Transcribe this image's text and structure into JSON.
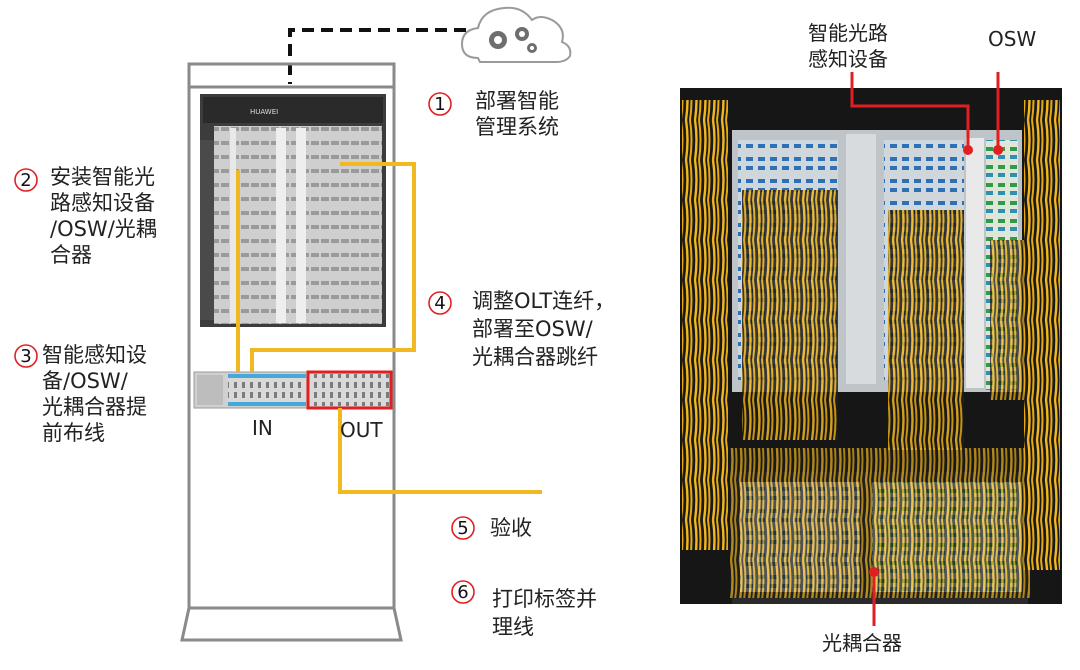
{
  "steps": [
    {
      "num": "1",
      "lines": [
        "部署智能",
        "管理系统"
      ]
    },
    {
      "num": "2",
      "lines": [
        "安装智能光",
        "路感知设备",
        "/OSW/光耦",
        "合器"
      ]
    },
    {
      "num": "3",
      "lines": [
        "智能感知设",
        "备/OSW/",
        "光耦合器提",
        "前布线"
      ]
    },
    {
      "num": "4",
      "lines": [
        "调整OLT连纤，",
        "部署至OSW/",
        "光耦合器跳纤"
      ]
    },
    {
      "num": "5",
      "lines": [
        "验收"
      ]
    },
    {
      "num": "6",
      "lines": [
        "打印标签并",
        "理线"
      ]
    }
  ],
  "ports": {
    "in": "IN",
    "out": "OUT"
  },
  "photo_labels": {
    "sensing_device": [
      "智能光路",
      "感知设备"
    ],
    "osw": "OSW",
    "coupler": "光耦合器"
  },
  "colors": {
    "fiber": "#f2b81f",
    "callout": "#e02020",
    "rack": "#8a8a8a",
    "cabinet": "#1b1b1b"
  },
  "icons": {
    "cloud": "cloud-gears-icon"
  }
}
